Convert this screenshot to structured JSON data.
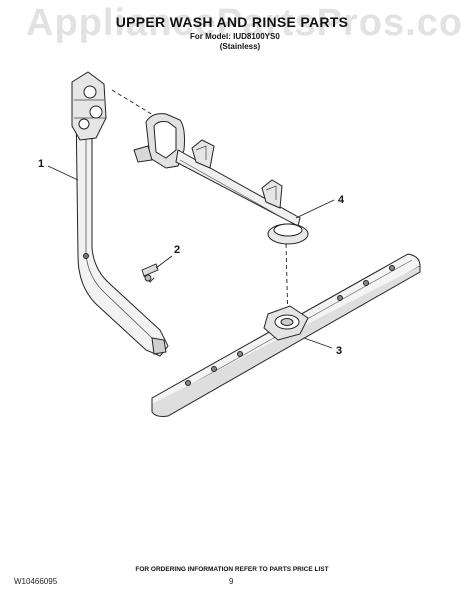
{
  "watermark": "AppliancePartsPros.com",
  "header": {
    "title": "UPPER WASH AND RINSE PARTS",
    "model_line": "For Model: IUD8100YS0",
    "finish": "(Stainless)"
  },
  "callouts": [
    "1",
    "2",
    "3",
    "4"
  ],
  "footer": {
    "ordering_note": "FOR ORDERING INFORMATION REFER TO PARTS PRICE LIST",
    "doc_number": "W10466095",
    "page_number": "9"
  }
}
